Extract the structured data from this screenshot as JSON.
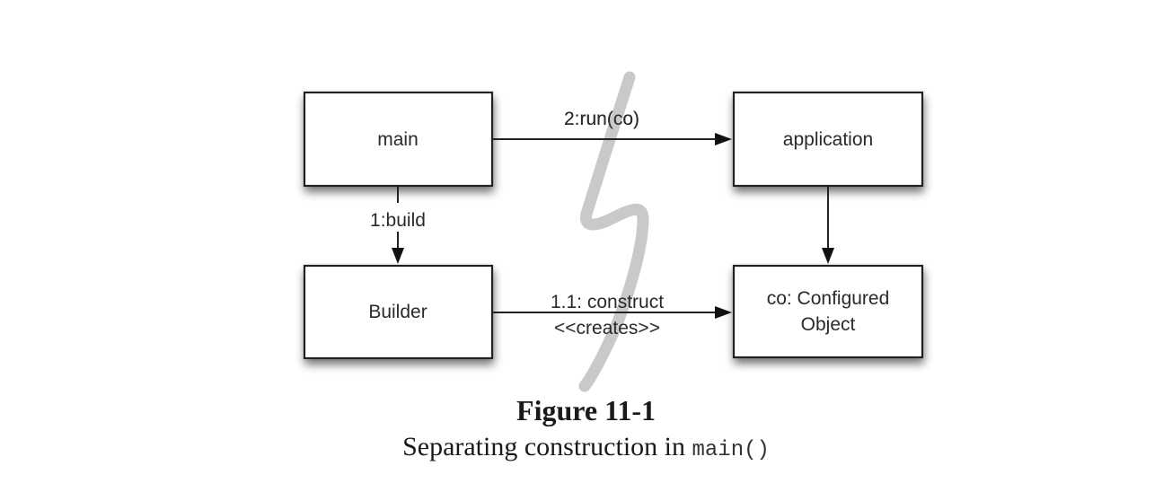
{
  "diagram": {
    "boxes": {
      "main": {
        "label": "main"
      },
      "application": {
        "label": "application"
      },
      "builder": {
        "label": "Builder"
      },
      "configured_object": {
        "label_line1": "co: Configured",
        "label_line2": "Object"
      }
    },
    "edges": {
      "run": {
        "label": "2:run(co)",
        "from": "main",
        "to": "application"
      },
      "build": {
        "label": "1:build",
        "from": "main",
        "to": "builder"
      },
      "construct": {
        "label": "1.1: construct",
        "stereotype": "<<creates>>",
        "from": "builder",
        "to": "configured_object"
      },
      "app_to_co": {
        "from": "application",
        "to": "configured_object"
      }
    },
    "separator": {
      "description": "gray S-shaped separation line between construction and application",
      "color": "#c9c9c9"
    }
  },
  "caption": {
    "title": "Figure 11-1",
    "text": "Separating construction in ",
    "code": "main()"
  }
}
